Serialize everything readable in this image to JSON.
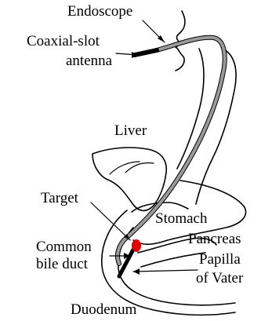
{
  "labels": {
    "endoscope": "Endoscope",
    "antenna_line1": "Coaxial-slot",
    "antenna_line2": "antenna",
    "liver": "Liver",
    "target": "Target",
    "stomach": "Stomach",
    "bile_line1": "Common",
    "bile_line2": "bile duct",
    "pancreas": "Pancreas",
    "papilla_line1": "Papilla",
    "papilla_line2": "of Vater",
    "duodenum": "Duodenum"
  },
  "colors": {
    "endoscope": "#9a9a9a",
    "target": "#e00000",
    "outline": "#000000"
  }
}
